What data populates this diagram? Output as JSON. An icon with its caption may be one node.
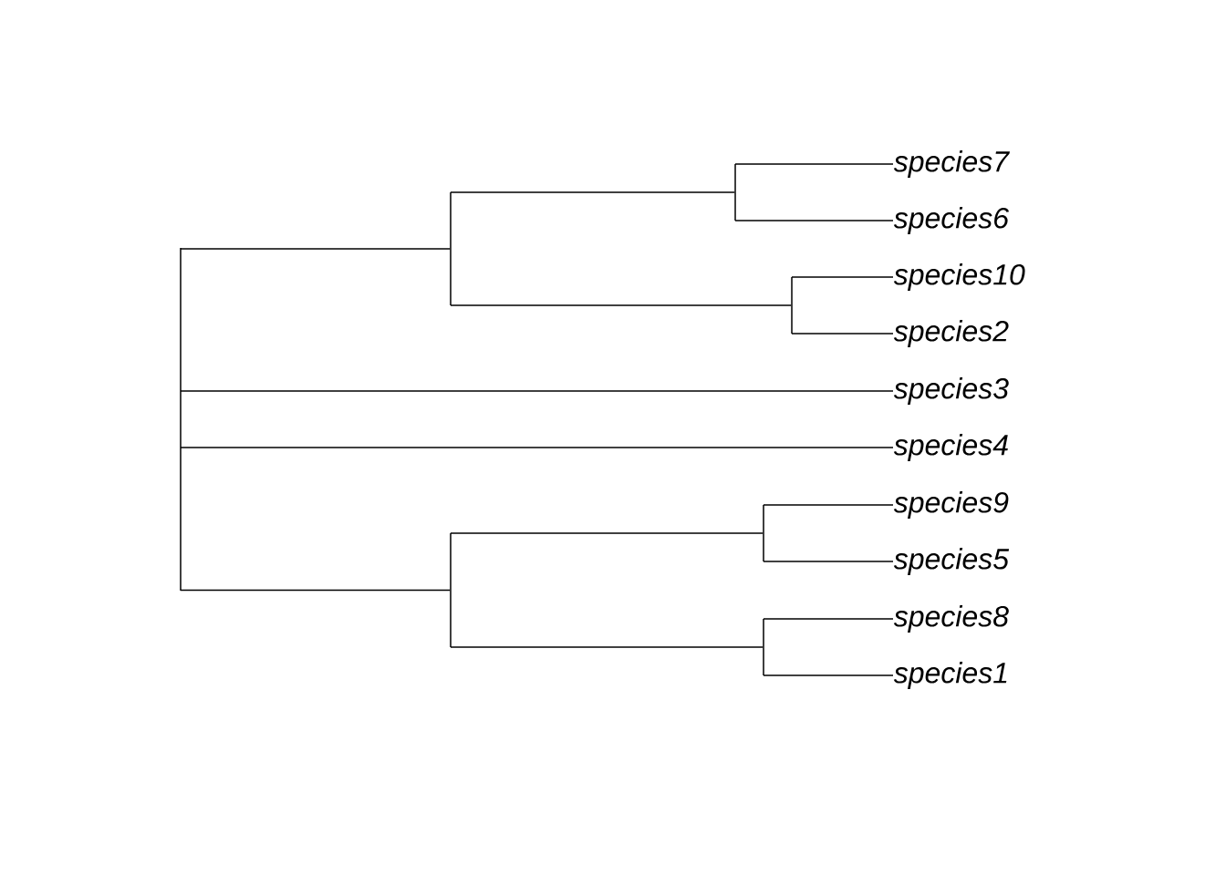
{
  "diagram": {
    "nodes": [
      {
        "text": [],
        "shape": "bar"
      },
      {
        "text": [],
        "shape": "bar"
      },
      {
        "text": [],
        "shape": "bar"
      },
      {
        "text": [
          "species7"
        ]
      },
      {
        "text": [
          "species6"
        ]
      },
      {
        "text": [],
        "shape": "bar"
      },
      {
        "text": [
          "species10"
        ]
      },
      {
        "text": [
          "species2"
        ]
      },
      {
        "text": [
          "species3"
        ]
      },
      {
        "text": [
          "species4"
        ]
      },
      {
        "text": [],
        "shape": "bar"
      },
      {
        "text": [],
        "shape": "bar"
      },
      {
        "text": [
          "species9"
        ]
      },
      {
        "text": [
          "species5"
        ]
      },
      {
        "text": [],
        "shape": "bar"
      },
      {
        "text": [
          "species8"
        ]
      },
      {
        "text": [
          "species1"
        ]
      }
    ],
    "edges": [
      {
        "from": 0,
        "to": 1,
        "arrow": "none"
      },
      {
        "from": 1,
        "to": 2,
        "arrow": "none"
      },
      {
        "from": 2,
        "to": 3,
        "arrow": "none"
      },
      {
        "from": 2,
        "to": 4,
        "arrow": "none"
      },
      {
        "from": 1,
        "to": 5,
        "arrow": "none"
      },
      {
        "from": 5,
        "to": 6,
        "arrow": "none"
      },
      {
        "from": 5,
        "to": 7,
        "arrow": "none"
      },
      {
        "from": 0,
        "to": 8,
        "arrow": "none"
      },
      {
        "from": 0,
        "to": 9,
        "arrow": "none"
      },
      {
        "from": 0,
        "to": 10,
        "arrow": "none"
      },
      {
        "from": 10,
        "to": 11,
        "arrow": "none"
      },
      {
        "from": 11,
        "to": 12,
        "arrow": "none"
      },
      {
        "from": 11,
        "to": 13,
        "arrow": "none"
      },
      {
        "from": 10,
        "to": 14,
        "arrow": "none"
      },
      {
        "from": 14,
        "to": 15,
        "arrow": "none"
      },
      {
        "from": 14,
        "to": 16,
        "arrow": "none"
      }
    ]
  }
}
